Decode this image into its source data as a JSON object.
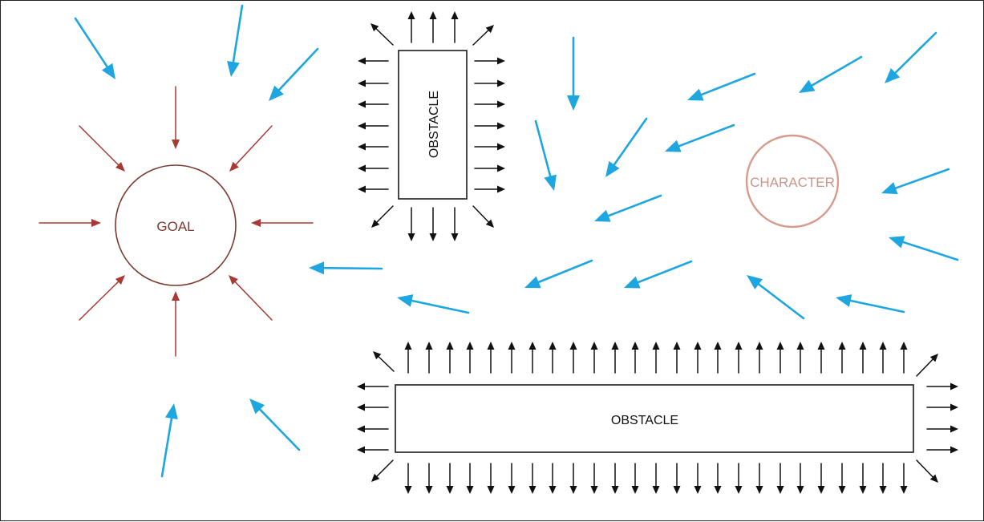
{
  "goal": {
    "label": "GOAL"
  },
  "character": {
    "label": "CHARACTER"
  },
  "obstacles": [
    {
      "label": "OBSTACLE",
      "orientation": "vertical"
    },
    {
      "label": "OBSTACLE",
      "orientation": "horizontal"
    }
  ],
  "colors": {
    "flow_arrow": "#1ea6e0",
    "goal_arrow": "#a83a36",
    "goal_circle": "#7a3a30",
    "goal_text": "#7a3a30",
    "character_circle": "#d99a8e",
    "character_text": "#c9968b",
    "obstacle_stroke": "#1a1a1a",
    "obstacle_arrow": "#111111"
  }
}
